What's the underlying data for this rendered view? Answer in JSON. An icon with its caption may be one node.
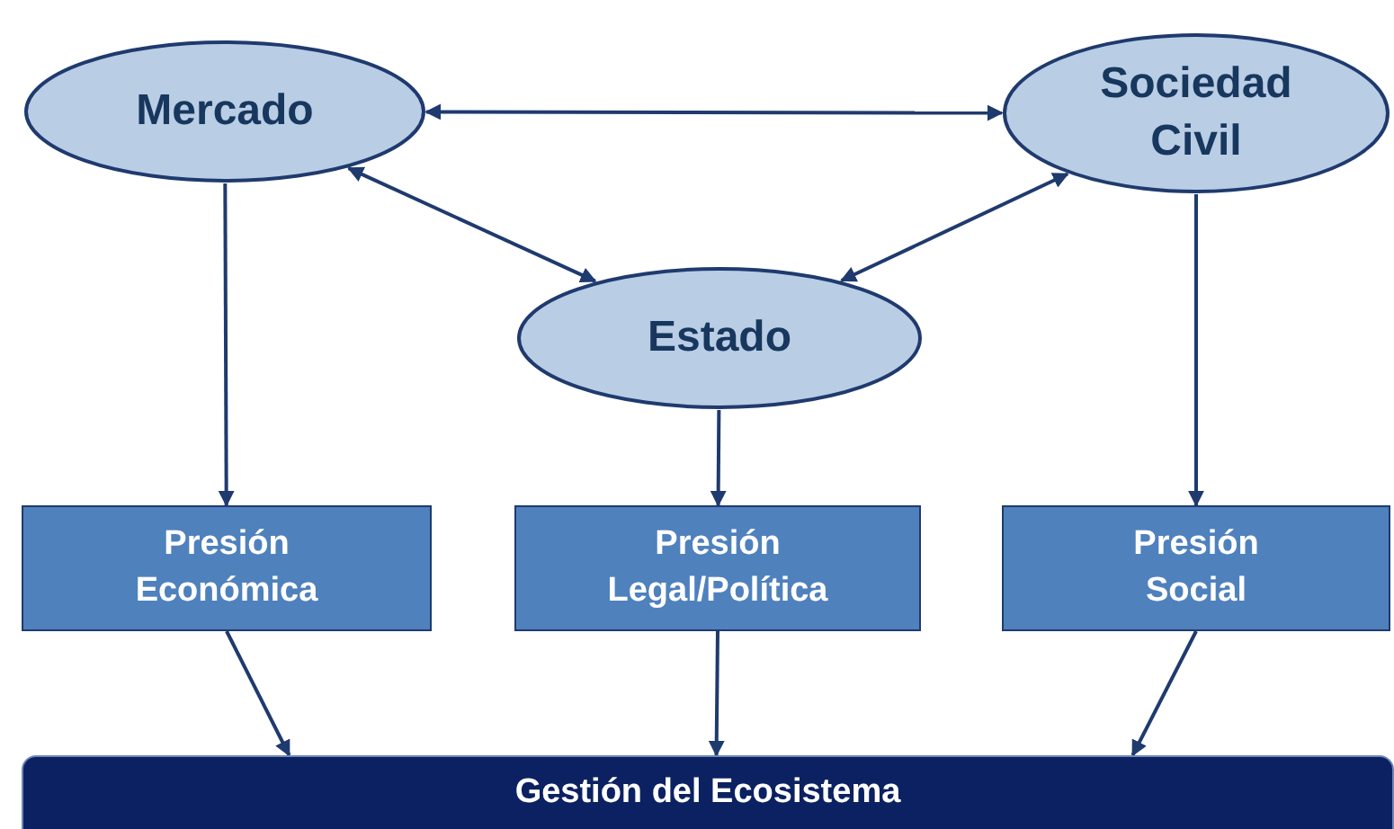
{
  "diagram": {
    "nodes": [
      {
        "text": [
          "Mercado"
        ]
      },
      {
        "text": [
          "Sociedad Civil"
        ]
      },
      {
        "text": [
          "Estado"
        ]
      },
      {
        "text": [
          "Presión Económica"
        ]
      },
      {
        "text": [
          "Presión Legal/Política"
        ]
      },
      {
        "text": [
          "Presión Social"
        ]
      },
      {
        "text": [
          "Gestión del Ecosistema"
        ]
      }
    ],
    "edges": [
      {
        "from": 0,
        "to": 1,
        "arrow": "both"
      },
      {
        "from": 0,
        "to": 2,
        "arrow": "both"
      },
      {
        "from": 2,
        "to": 1,
        "arrow": "both"
      },
      {
        "from": 0,
        "to": 3,
        "arrow": "to"
      },
      {
        "from": 2,
        "to": 4,
        "arrow": "to"
      },
      {
        "from": 1,
        "to": 5,
        "arrow": "to"
      },
      {
        "from": 3,
        "to": 6,
        "arrow": "to"
      },
      {
        "from": 4,
        "to": 6,
        "arrow": "to"
      },
      {
        "from": 5,
        "to": 6,
        "arrow": "to"
      }
    ]
  }
}
